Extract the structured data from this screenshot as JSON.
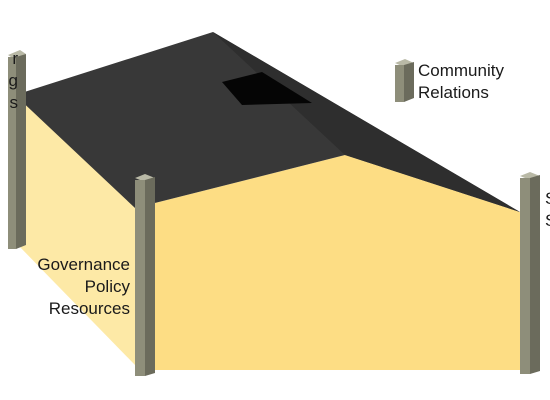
{
  "colors": {
    "roof": "#383838",
    "roof_edge": "#2a2a2a",
    "chimney": "#050505",
    "wall_front": "#fddd84",
    "wall_side": "#fde9a6",
    "post_face": "#8e8e7a",
    "post_side": "#6b6b5c",
    "post_top": "#b9b9a6"
  },
  "labels": {
    "left": [
      "r",
      "g",
      "s"
    ],
    "community": [
      "Community",
      "Relations"
    ],
    "right": [
      "S",
      "S"
    ],
    "governance": [
      "Governance",
      "Policy",
      "Resources"
    ]
  }
}
